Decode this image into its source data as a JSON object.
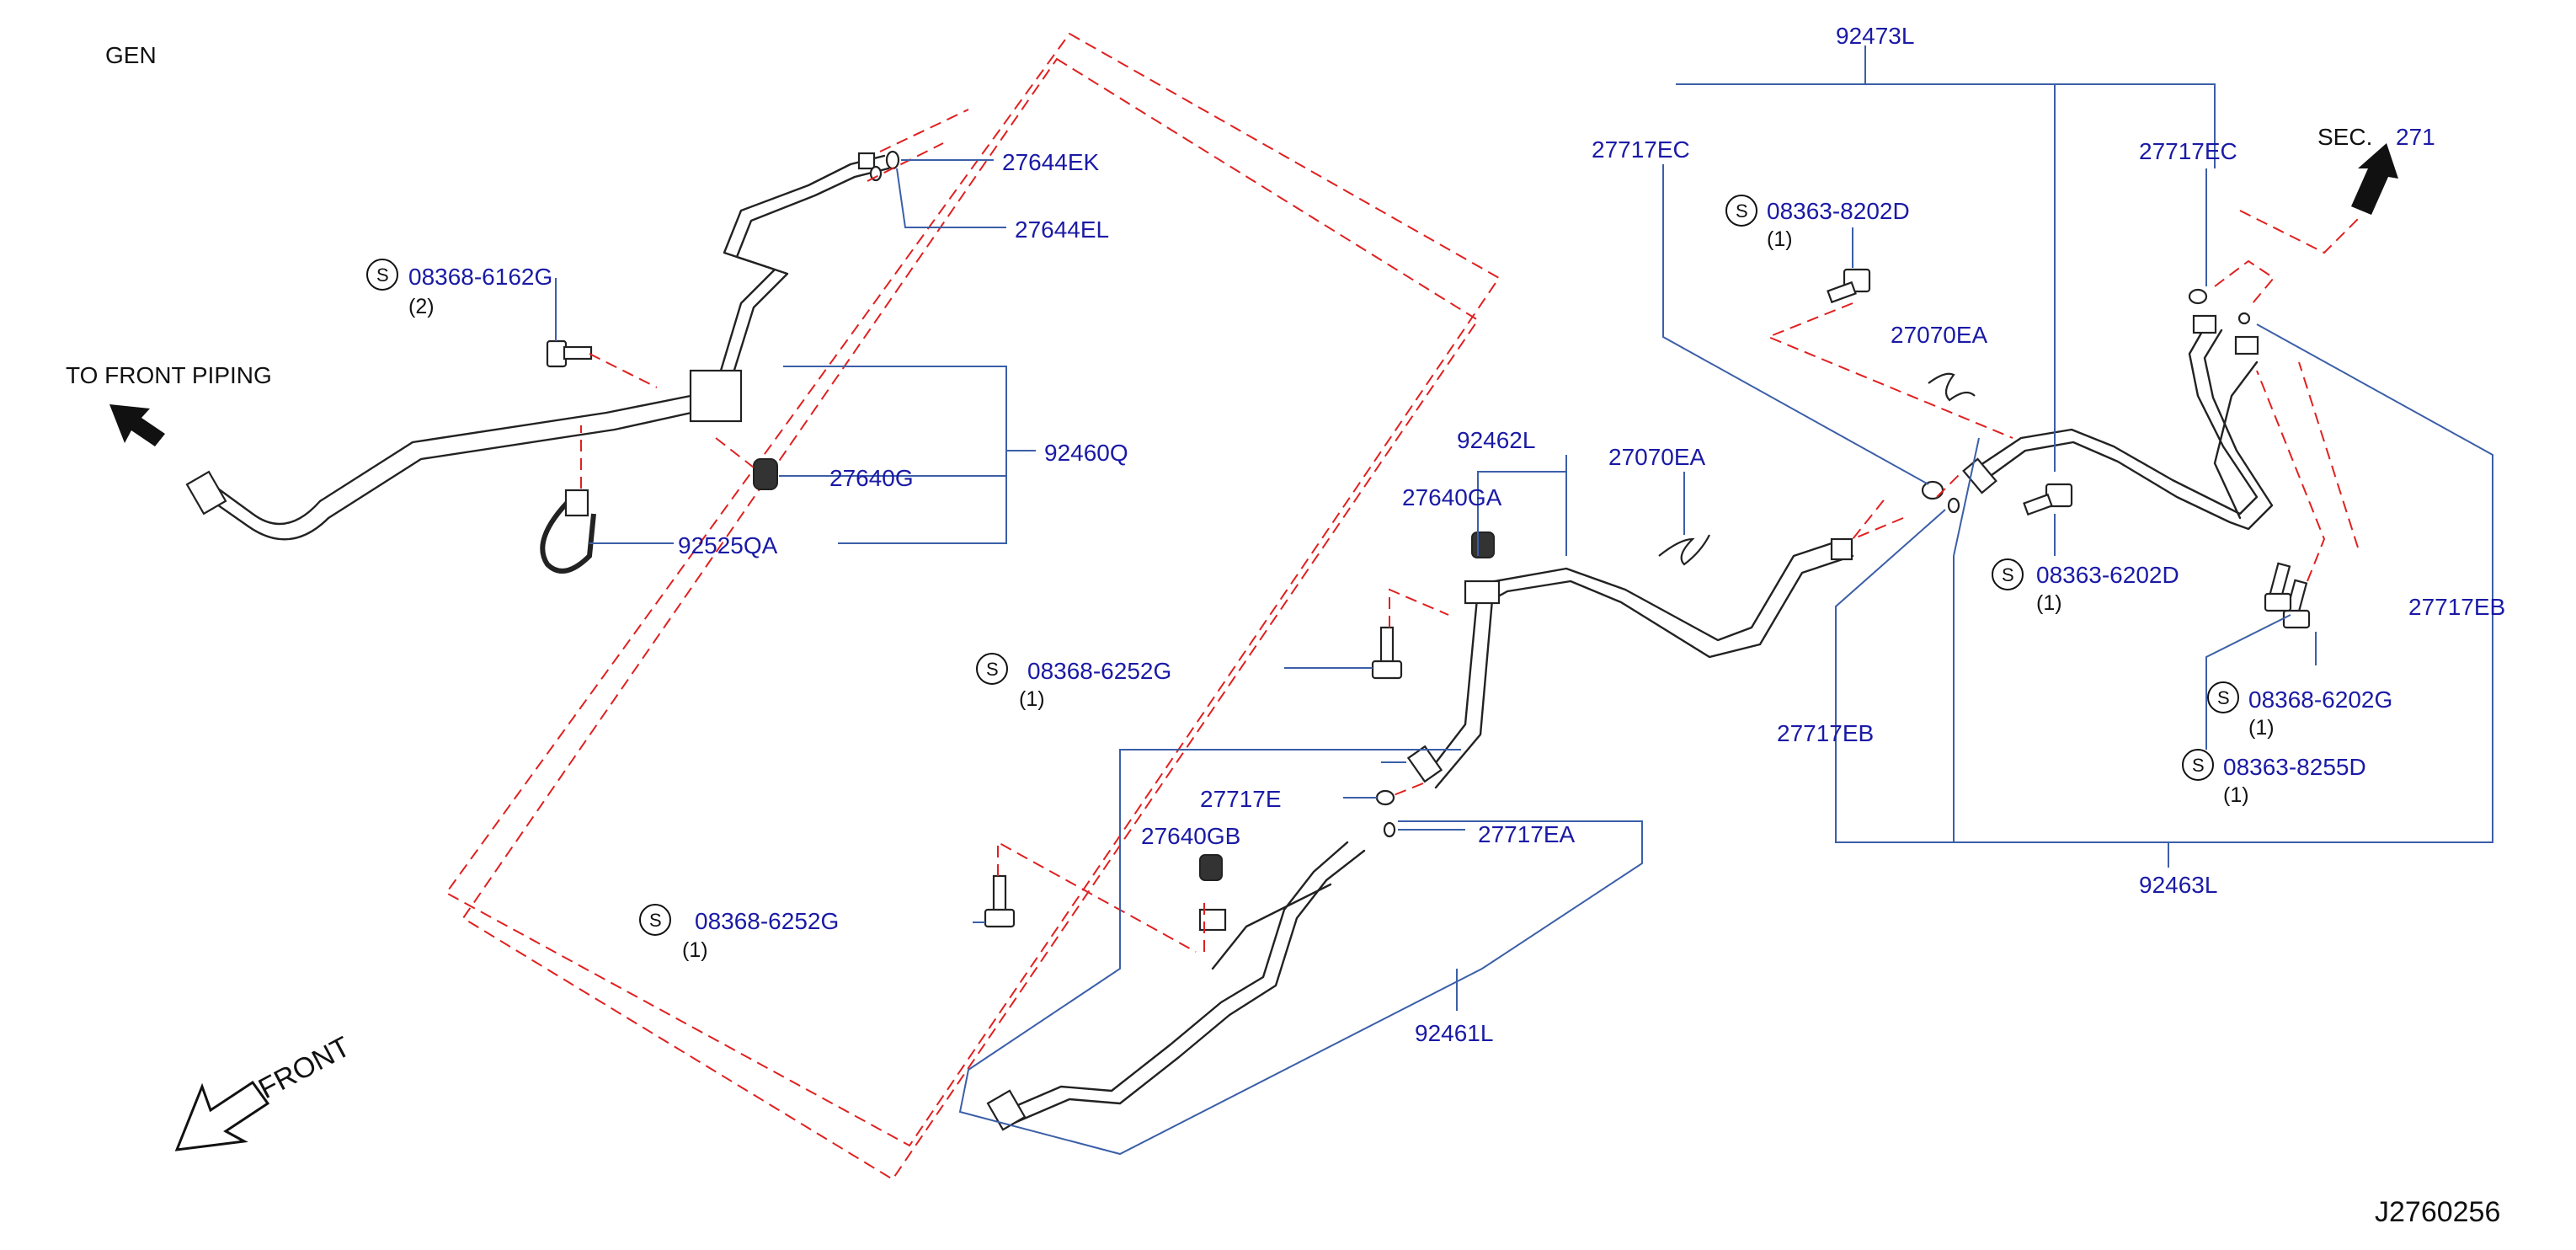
{
  "diagram": {
    "section_code": "GEN",
    "diagram_id": "J2760256",
    "orientation_label": "FRONT",
    "to_front_label": "TO  FRONT  PIPING",
    "sec_ref": {
      "prefix": "SEC.",
      "number": "271"
    },
    "accent_color": "#1a1aa6",
    "dash_color": "#e02020",
    "leader_color": "#3b5fa8",
    "part_labels": {
      "p27644EK": "27644EK",
      "p27644EL": "27644EL",
      "p08368_6162G": "08368-6162G",
      "p08368_6162G_qty": "(2)",
      "p92460Q": "92460Q",
      "p27640G": "27640G",
      "p92525QA": "92525QA",
      "p92473L": "92473L",
      "p27717EC_left": "27717EC",
      "p27717EC_right": "27717EC",
      "p08363_8202D": "08363-8202D",
      "p08363_8202D_qty": "(1)",
      "p27070EA_top": "27070EA",
      "p92462L": "92462L",
      "p27640GA": "27640GA",
      "p27070EA_mid": "27070EA",
      "p08368_6252G_top": "08368-6252G",
      "p08368_6252G_top_qty": "(1)",
      "p08363_6202D": "08363-6202D",
      "p08363_6202D_qty": "(1)",
      "p27717EB_right": "27717EB",
      "p08368_6202G": "08368-6202G",
      "p08368_6202G_qty": "(1)",
      "p27717EB_left": "27717EB",
      "p08363_8255D": "08363-8255D",
      "p08363_8255D_qty": "(1)",
      "p92463L": "92463L",
      "p27717E": "27717E",
      "p27640GB": "27640GB",
      "p27717EA": "27717EA",
      "p08368_6252G_bottom": "08368-6252G",
      "p08368_6252G_bottom_qty": "(1)",
      "p92461L": "92461L"
    },
    "standard_part_marker": "S"
  }
}
